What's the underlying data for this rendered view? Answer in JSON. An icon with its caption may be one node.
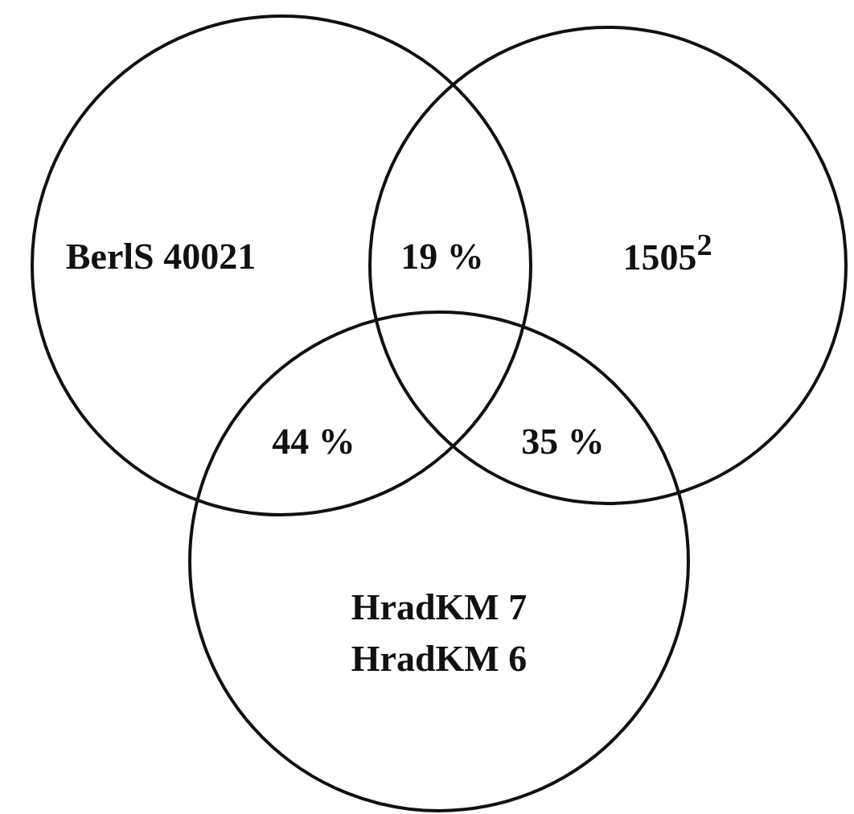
{
  "diagram": {
    "nodes": [
      {
        "text": [
          "BerlS 40021"
        ]
      },
      {
        "text": [
          "1505$^{2}$"
        ]
      },
      {
        "text": [
          "HradKM 7",
          "HradKM 6"
        ]
      }
    ],
    "labels": [
      "19 %",
      "44 %",
      "35 %"
    ]
  }
}
